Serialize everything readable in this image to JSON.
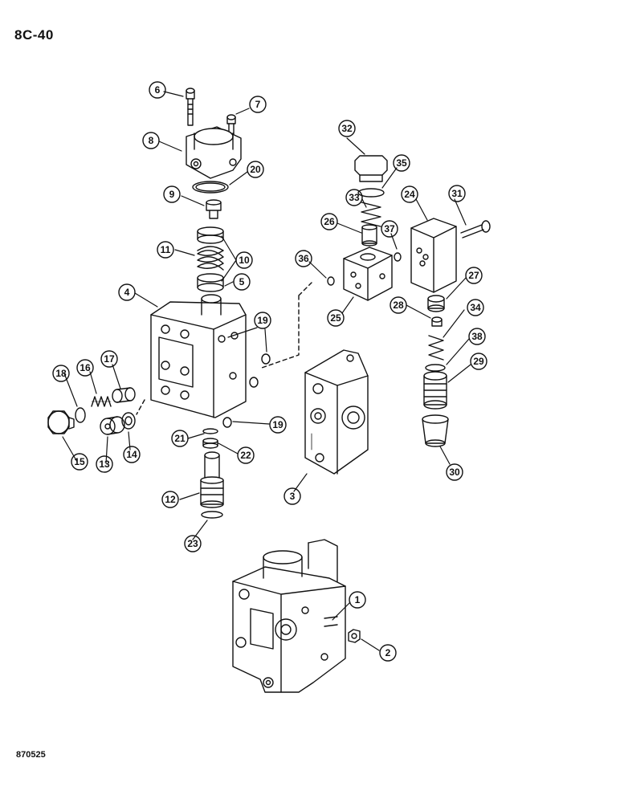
{
  "page": {
    "title": "8C-40",
    "code": "870525"
  },
  "callouts": [
    {
      "id": "c6",
      "label": "6"
    },
    {
      "id": "c7",
      "label": "7"
    },
    {
      "id": "c8",
      "label": "8"
    },
    {
      "id": "c20",
      "label": "20"
    },
    {
      "id": "c9",
      "label": "9"
    },
    {
      "id": "c11",
      "label": "11"
    },
    {
      "id": "c10",
      "label": "10"
    },
    {
      "id": "c5",
      "label": "5"
    },
    {
      "id": "c4",
      "label": "4"
    },
    {
      "id": "c19a",
      "label": "19"
    },
    {
      "id": "c19b",
      "label": "19"
    },
    {
      "id": "c18",
      "label": "18"
    },
    {
      "id": "c16",
      "label": "16"
    },
    {
      "id": "c17",
      "label": "17"
    },
    {
      "id": "c15",
      "label": "15"
    },
    {
      "id": "c13",
      "label": "13"
    },
    {
      "id": "c14",
      "label": "14"
    },
    {
      "id": "c21",
      "label": "21"
    },
    {
      "id": "c22",
      "label": "22"
    },
    {
      "id": "c12",
      "label": "12"
    },
    {
      "id": "c23",
      "label": "23"
    },
    {
      "id": "c3",
      "label": "3"
    },
    {
      "id": "c32",
      "label": "32"
    },
    {
      "id": "c35",
      "label": "35"
    },
    {
      "id": "c24",
      "label": "24"
    },
    {
      "id": "c31",
      "label": "31"
    },
    {
      "id": "c33",
      "label": "33"
    },
    {
      "id": "c26",
      "label": "26"
    },
    {
      "id": "c37",
      "label": "37"
    },
    {
      "id": "c36",
      "label": "36"
    },
    {
      "id": "c25",
      "label": "25"
    },
    {
      "id": "c27",
      "label": "27"
    },
    {
      "id": "c28",
      "label": "28"
    },
    {
      "id": "c34",
      "label": "34"
    },
    {
      "id": "c38",
      "label": "38"
    },
    {
      "id": "c29",
      "label": "29"
    },
    {
      "id": "c30",
      "label": "30"
    },
    {
      "id": "c1",
      "label": "1"
    },
    {
      "id": "c2",
      "label": "2"
    }
  ]
}
